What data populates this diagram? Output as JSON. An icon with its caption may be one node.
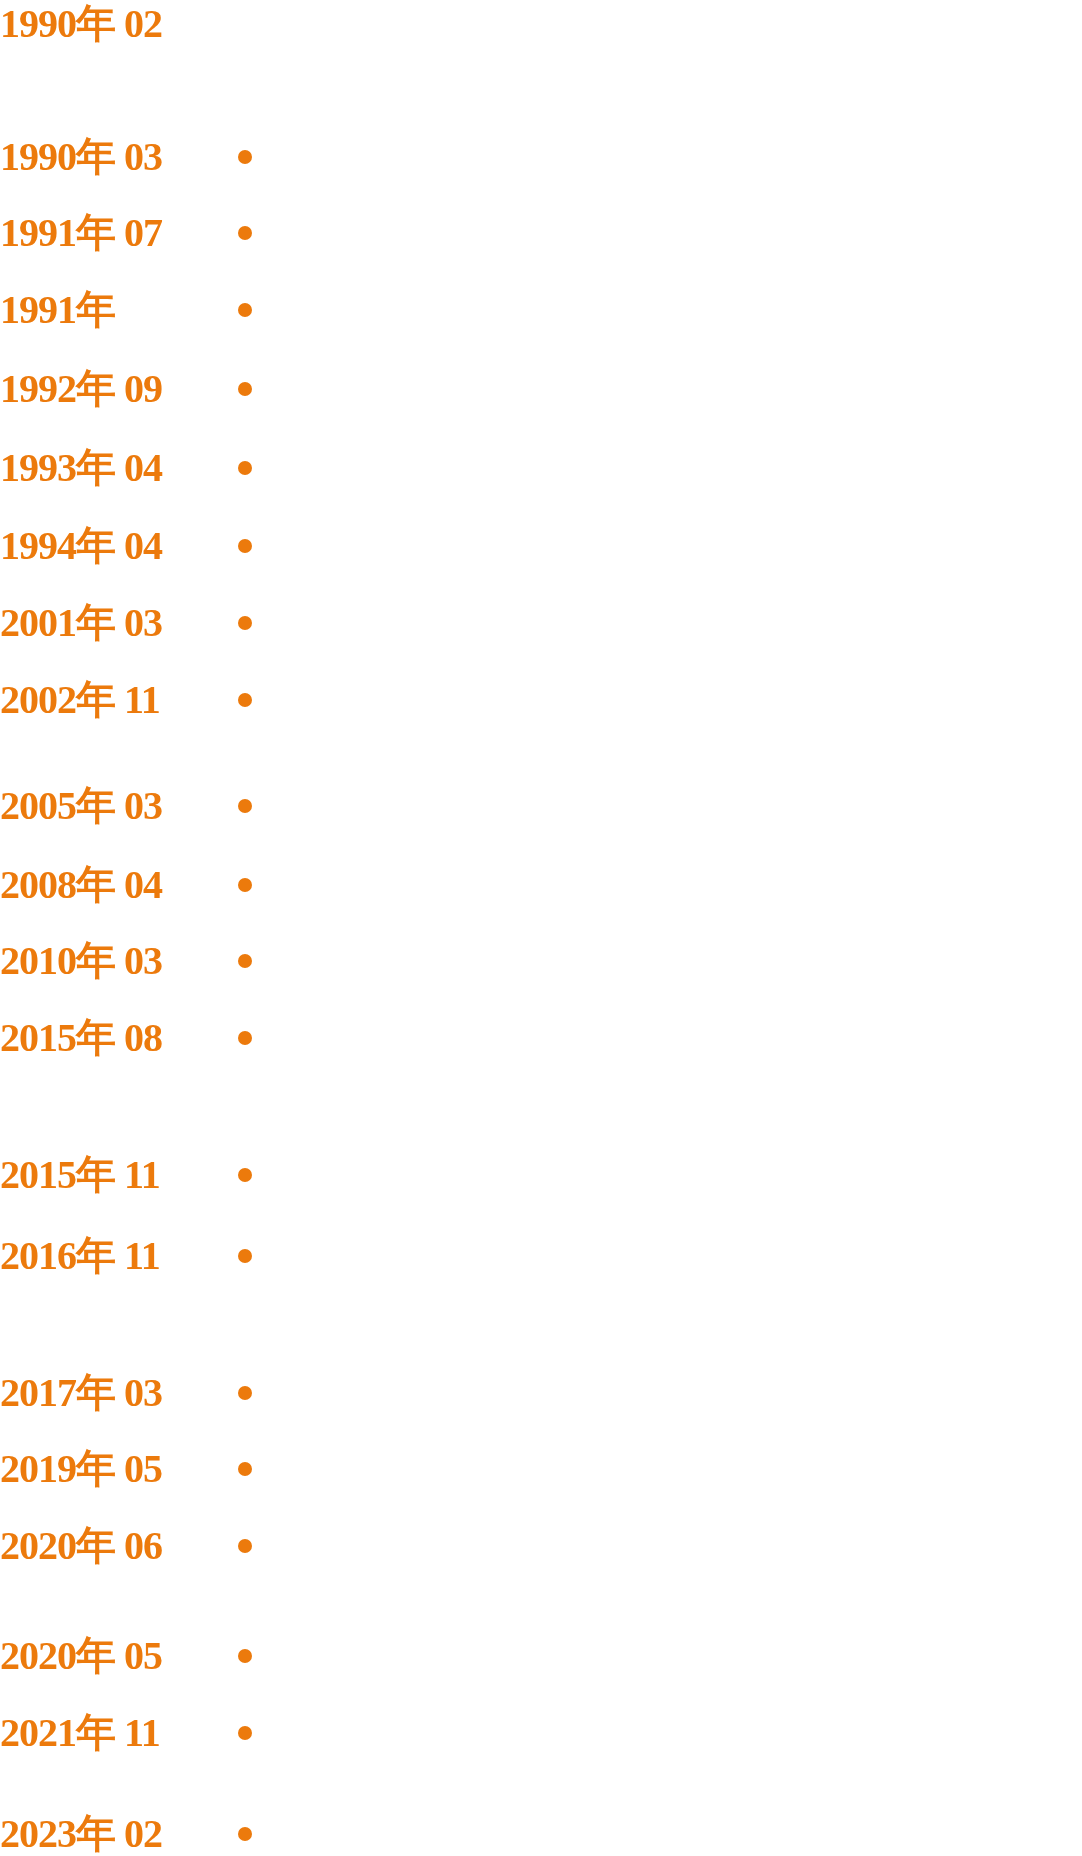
{
  "diagram": {
    "labels": [
      "1990年 02",
      "1990年 03",
      "1991年 07",
      "1991年",
      "1992年 09",
      "1993年 04",
      "1994年 04",
      "2001年 03",
      "2002年 11",
      "2005年 03",
      "2008年 04",
      "2010年 03",
      "2015年 08",
      "2015年 11",
      "2016年 11",
      "2017年 03",
      "2019年 05",
      "2020年 06",
      "2020年 05",
      "2021年 11",
      "2023年 02"
    ]
  }
}
